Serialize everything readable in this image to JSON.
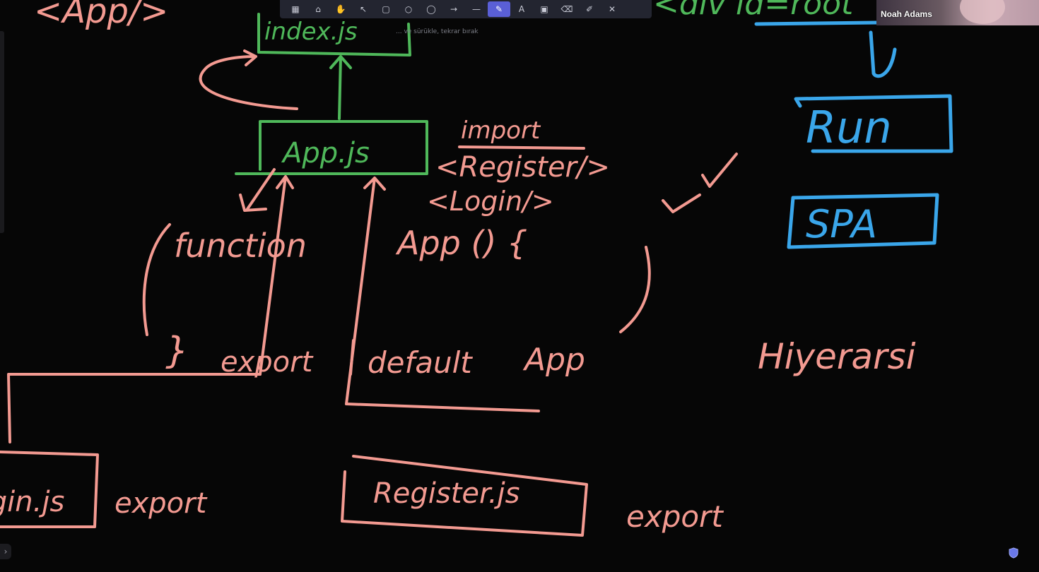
{
  "toolbar": {
    "tools": [
      {
        "name": "slide-icon",
        "glyph": "▦"
      },
      {
        "name": "lock-icon",
        "glyph": "⌂"
      },
      {
        "name": "hand-icon",
        "glyph": "✋"
      },
      {
        "name": "select-icon",
        "glyph": "↖"
      },
      {
        "name": "rectangle-icon",
        "glyph": "▢"
      },
      {
        "name": "circle-icon",
        "glyph": "○"
      },
      {
        "name": "ellipse-icon",
        "glyph": "◯"
      },
      {
        "name": "arrow-icon",
        "glyph": "→"
      },
      {
        "name": "line-icon",
        "glyph": "—"
      },
      {
        "name": "pen-icon",
        "glyph": "✎"
      },
      {
        "name": "text-icon",
        "glyph": "A"
      },
      {
        "name": "image-icon",
        "glyph": "▣"
      },
      {
        "name": "eraser-icon",
        "glyph": "⌫"
      },
      {
        "name": "marker-icon",
        "glyph": "✐"
      },
      {
        "name": "close-icon",
        "glyph": "✕"
      }
    ],
    "active_tool": "pen-icon",
    "hint": "... ve sürükle, tekrar bırak"
  },
  "participant": {
    "name": "Noah Adams"
  },
  "whiteboard": {
    "top_left_text": "<App/>",
    "index_box": "index.js",
    "app_box": "App.js",
    "import_label": "import",
    "register_tag": "<Register/>",
    "login_tag": "<Login/>",
    "function_text": "function",
    "app_call": "App () {",
    "closing_brace": "}",
    "export_text": "export",
    "default_text": "default",
    "app_word": "App",
    "login_box": "Login.js",
    "login_export": "export",
    "register_box": "Register.js",
    "register_export": "export",
    "top_right_code": "<div id=root",
    "run_box": "Run",
    "spa_box": "SPA",
    "hierarchy_text": "Hiyerarsi"
  },
  "colors": {
    "background": "#060606",
    "pink_ink": "#f39a91",
    "green_ink": "#4fb85a",
    "blue_ink": "#3aa6ea",
    "toolbar_bg": "#232530",
    "active_tool": "#5a5fd6"
  }
}
